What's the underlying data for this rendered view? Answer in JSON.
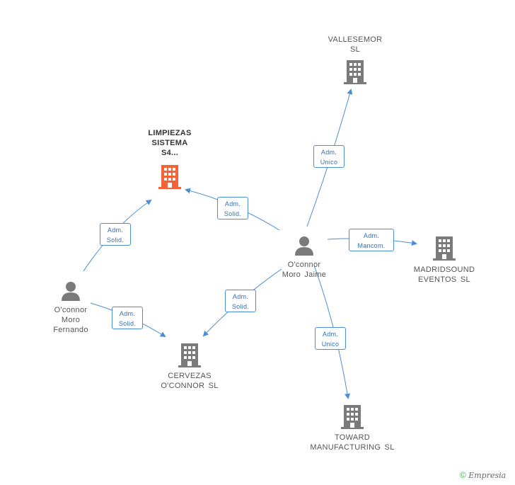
{
  "nodes": {
    "limpiezas": {
      "label_lines": [
        "LIMPIEZAS",
        "SISTEMA",
        "S4..."
      ],
      "color": "#f4623a",
      "kind": "company",
      "highlight": true
    },
    "vallesemor": {
      "label_lines": [
        "VALLESEMOR",
        "SL"
      ],
      "color": "#7a7a7a",
      "kind": "company"
    },
    "madridsound": {
      "label_lines": [
        "MADRIDSOUND",
        "EVENTOS  SL"
      ],
      "color": "#7a7a7a",
      "kind": "company"
    },
    "cervezas": {
      "label_lines": [
        "CERVEZAS",
        "O'CONNOR  SL"
      ],
      "color": "#7a7a7a",
      "kind": "company"
    },
    "toward": {
      "label_lines": [
        "TOWARD",
        "MANUFACTURING SL"
      ],
      "color": "#7a7a7a",
      "kind": "company"
    },
    "jaime": {
      "label_lines": [
        "O'connor",
        "Moro Jaime"
      ],
      "color": "#7a7a7a",
      "kind": "person"
    },
    "fernando": {
      "label_lines": [
        "O'connor",
        "Moro",
        "Fernando"
      ],
      "color": "#7a7a7a",
      "kind": "person"
    }
  },
  "edges": {
    "jaime_limpiezas": {
      "line1": "Adm.",
      "line2": "Solid."
    },
    "fernando_limpiezas": {
      "line1": "Adm.",
      "line2": "Solid."
    },
    "jaime_vallesemor": {
      "line1": "Adm.",
      "line2": "Unico"
    },
    "jaime_madridsound": {
      "line1": "Adm.",
      "line2": "Mancom."
    },
    "jaime_cervezas": {
      "line1": "Adm.",
      "line2": "Solid."
    },
    "fernando_cervezas": {
      "line1": "Adm.",
      "line2": "Solid."
    },
    "jaime_toward": {
      "line1": "Adm.",
      "line2": "Unico"
    }
  },
  "edge_color": "#4a8fd6",
  "watermark": {
    "symbol": "©",
    "brand": "Empresia"
  }
}
